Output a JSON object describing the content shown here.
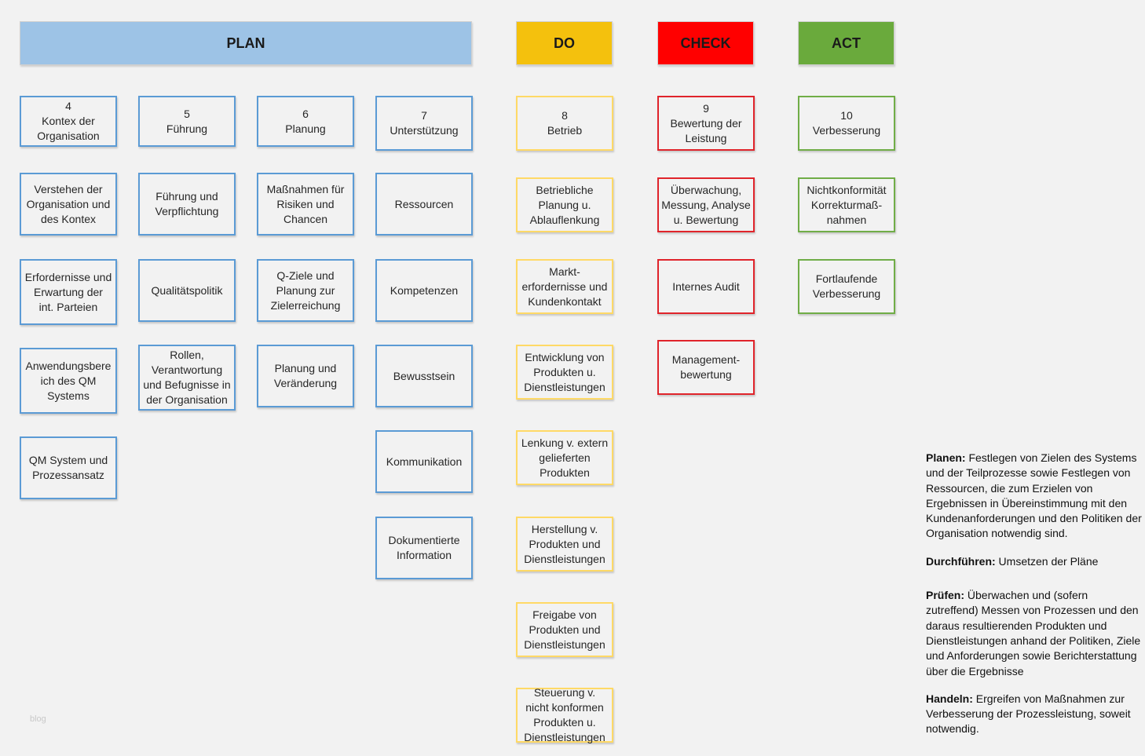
{
  "colors": {
    "plan": "#9dc3e6",
    "do": "#f4c10d",
    "check": "#ff0000",
    "act": "#6aaa3c",
    "plan_border": "#5b9bd5",
    "do_border": "#ffd966",
    "check_border": "#e0242b",
    "act_border": "#70ad47"
  },
  "headers": {
    "plan": "PLAN",
    "do": "DO",
    "check": "CHECK",
    "act": "ACT"
  },
  "plan": {
    "col4": [
      "4\nKontex der\nOrganisation",
      "Verstehen der\nOrganisation und\ndes Kontex",
      "Erfordernisse und\nErwartung der\nint. Parteien",
      "Anwendungsbere\nich des QM\nSystems",
      "QM System und\nProzessansatz"
    ],
    "col5": [
      "5\nFührung",
      "Führung und\nVerpflichtung",
      "Qualitätspolitik",
      "Rollen,\nVerantwortung\nund Befugnisse in\nder Organisation"
    ],
    "col6": [
      "6\nPlanung",
      "Maßnahmen für\nRisiken und\nChancen",
      "Q-Ziele und\nPlanung zur\nZielerreichung",
      "Planung und\nVeränderung"
    ],
    "col7": [
      "7\nUnterstützung",
      "Ressourcen",
      "Kompetenzen",
      "Bewusstsein",
      "Kommunikation",
      "Dokumentierte\nInformation"
    ]
  },
  "do": [
    "8\nBetrieb",
    "Betriebliche\nPlanung u.\nAblauflenkung",
    "Markt-\nerfordernisse und\nKundenkontakt",
    "Entwicklung von\nProdukten u.\nDienstleistungen",
    "Lenkung v. extern\ngelieferten\nProdukten",
    "Herstellung v.\nProdukten und\nDienstleistungen",
    "Freigabe von\nProdukten und\nDienstleistungen",
    "Steuerung v.\nnicht konformen\nProdukten u.\nDienstleistungen"
  ],
  "check": [
    "9\nBewertung der\nLeistung",
    "Überwachung,\nMessung, Analyse\nu. Bewertung",
    "Internes Audit",
    "Management-\nbewertung"
  ],
  "act": [
    "10\nVerbesserung",
    "Nichtkonformität\nKorrekturmaß-\nnahmen",
    "Fortlaufende\nVerbesserung"
  ],
  "legend": {
    "plan_term": "Planen:",
    "plan_text": " Festlegen von Zielen des Systems und der Teilprozesse sowie Festlegen von Ressourcen, die zum Erzielen von Ergebnissen in Übereinstimmung mit den Kundenanforderungen und den Politiken der Organisation notwendig sind.",
    "do_term": "Durchführen:",
    "do_text": " Umsetzen der Pläne",
    "check_term": "Prüfen:",
    "check_text": " Überwachen und (sofern zutreffend) Messen von Prozessen und den daraus resultierenden Produkten und Dienstleistungen anhand der Politiken, Ziele und Anforderungen sowie Berichterstattung über die Ergebnisse",
    "act_term": "Handeln:",
    "act_text": " Ergreifen von Maßnahmen zur Verbesserung der Prozessleistung, soweit notwendig."
  },
  "watermark": "blog"
}
